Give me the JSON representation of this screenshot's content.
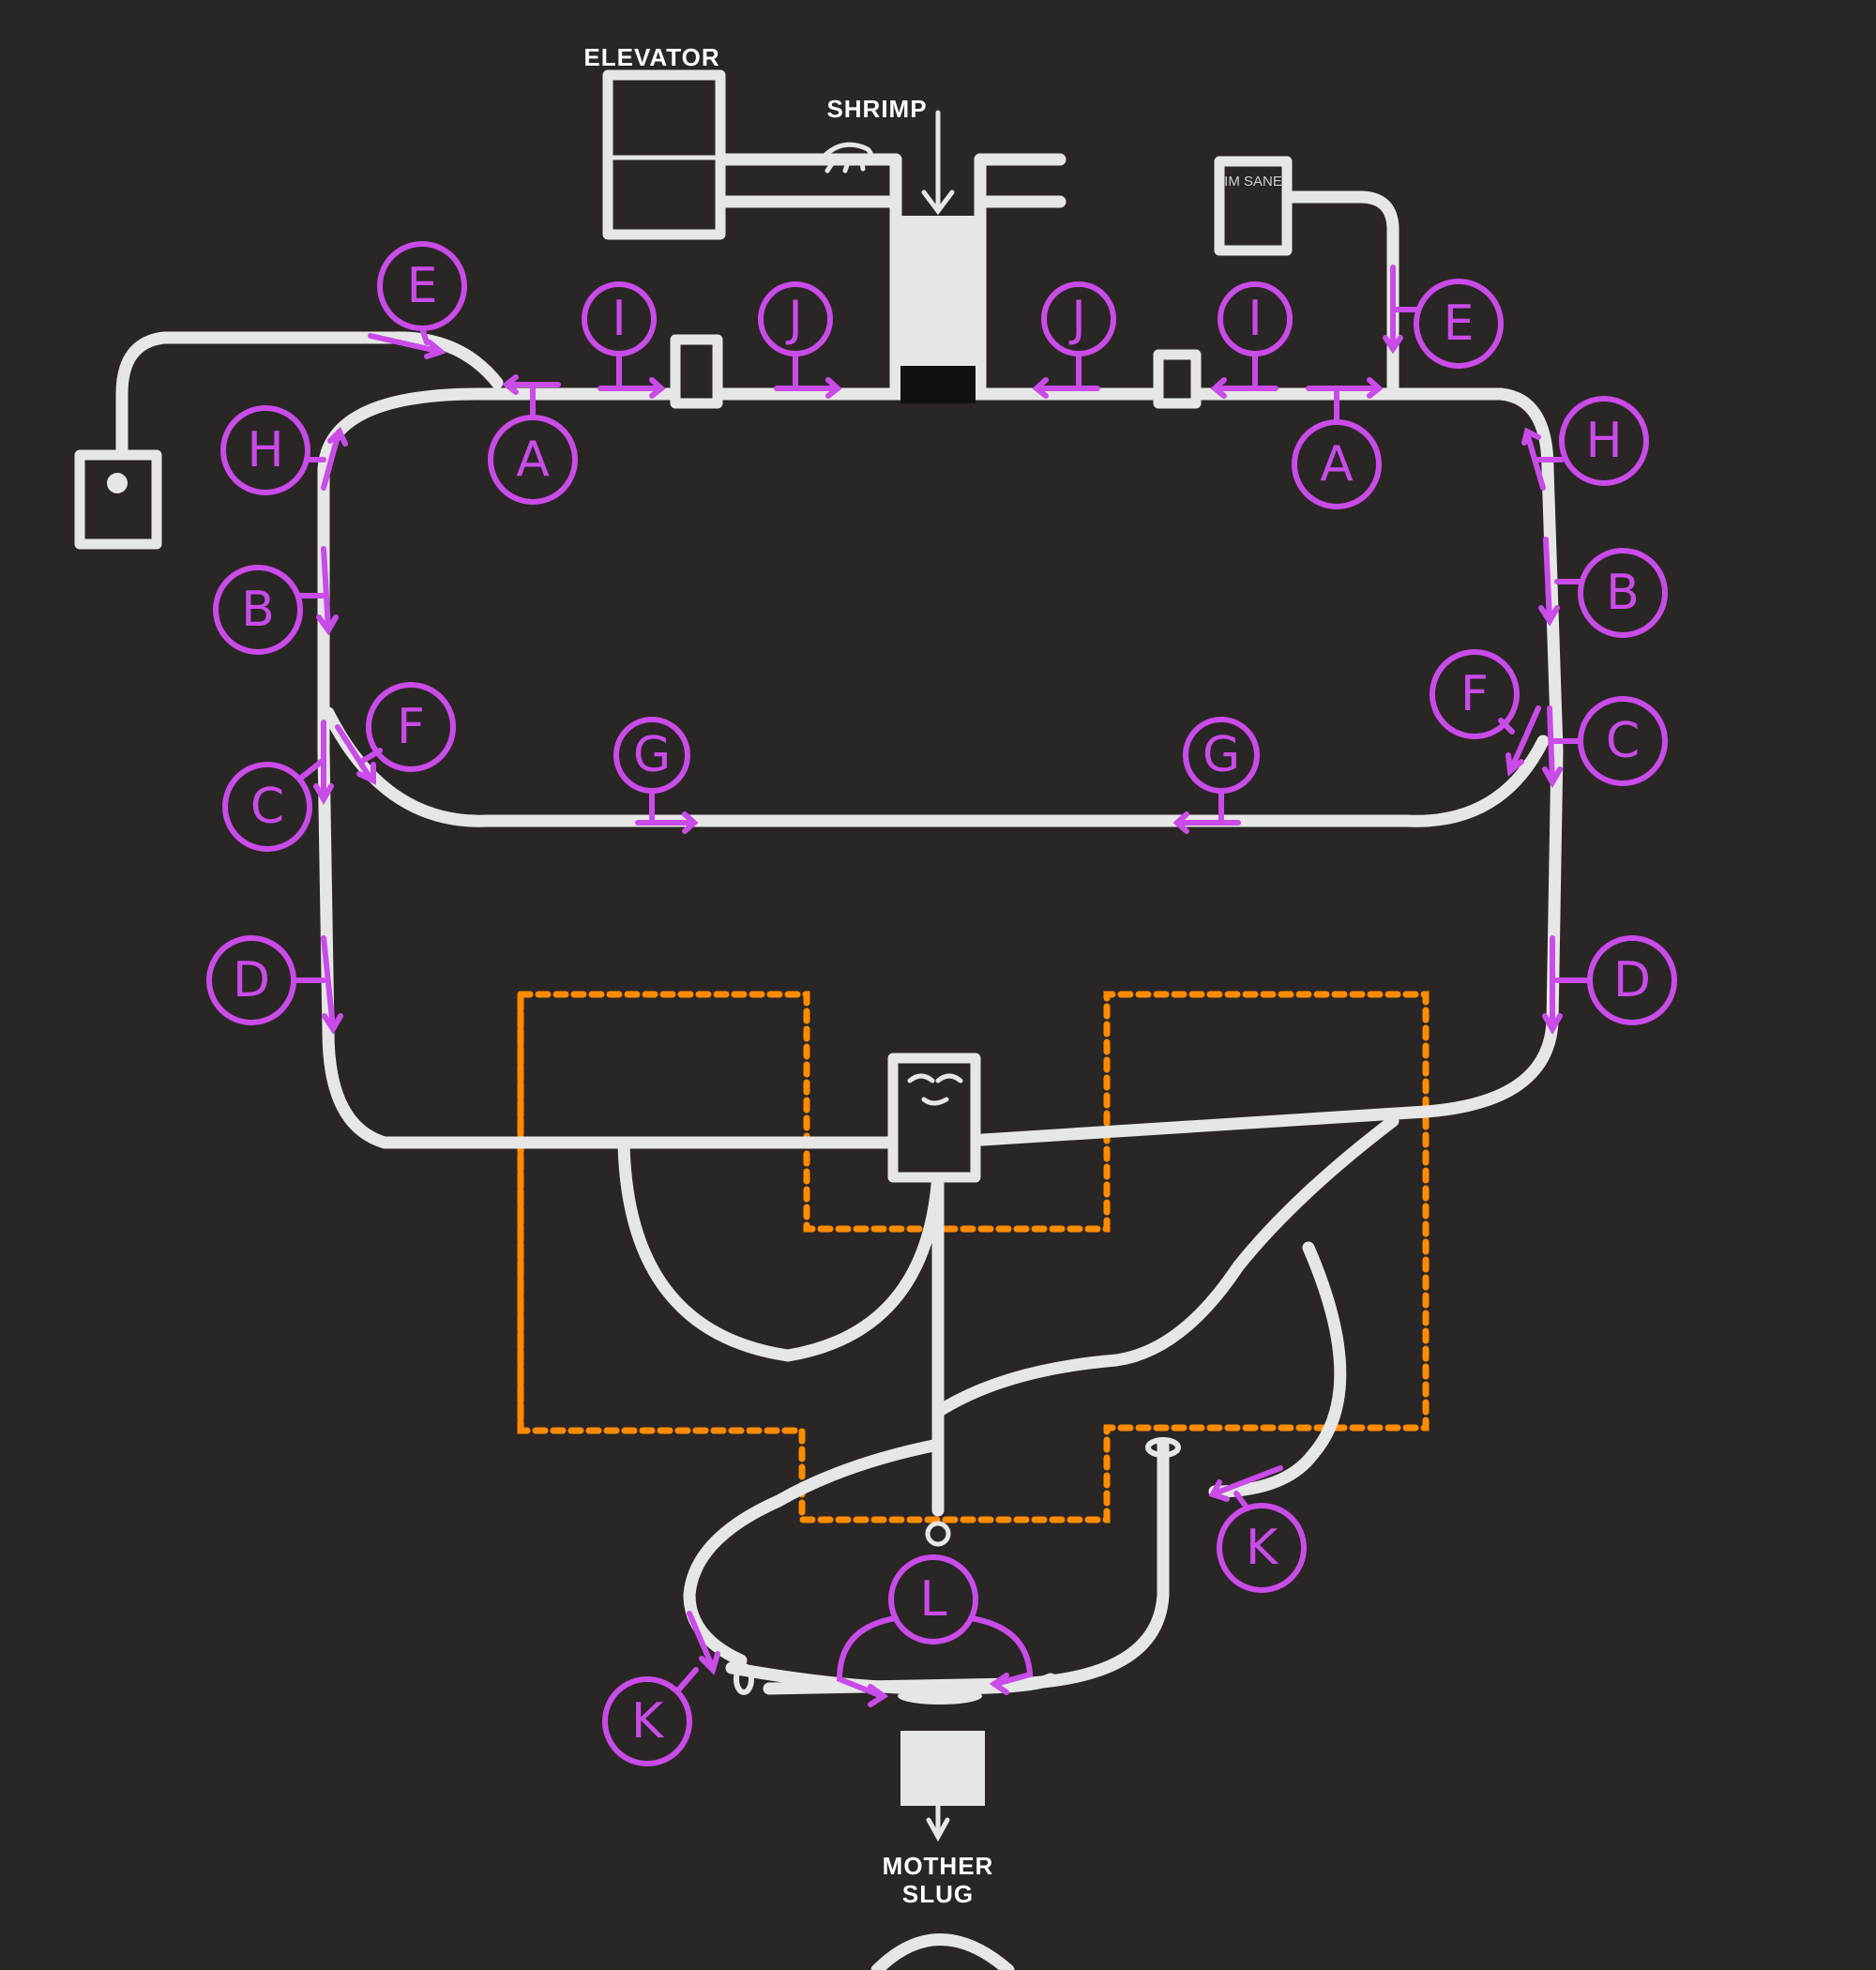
{
  "labels": {
    "elevator": "ELEVATOR",
    "shrimp": "SHRIMP",
    "im_sane": "IM SANE",
    "mother_slug": "MOTHER SLUG"
  },
  "markers": {
    "A": "A",
    "B": "B",
    "C": "C",
    "D": "D",
    "E": "E",
    "F": "F",
    "G": "G",
    "H": "H",
    "I": "I",
    "J": "J",
    "K": "K",
    "L": "L"
  },
  "colors": {
    "background": "#2a2626",
    "track": "#e6e6e6",
    "marker": "#c94be8",
    "zone": "#ff8c00"
  }
}
